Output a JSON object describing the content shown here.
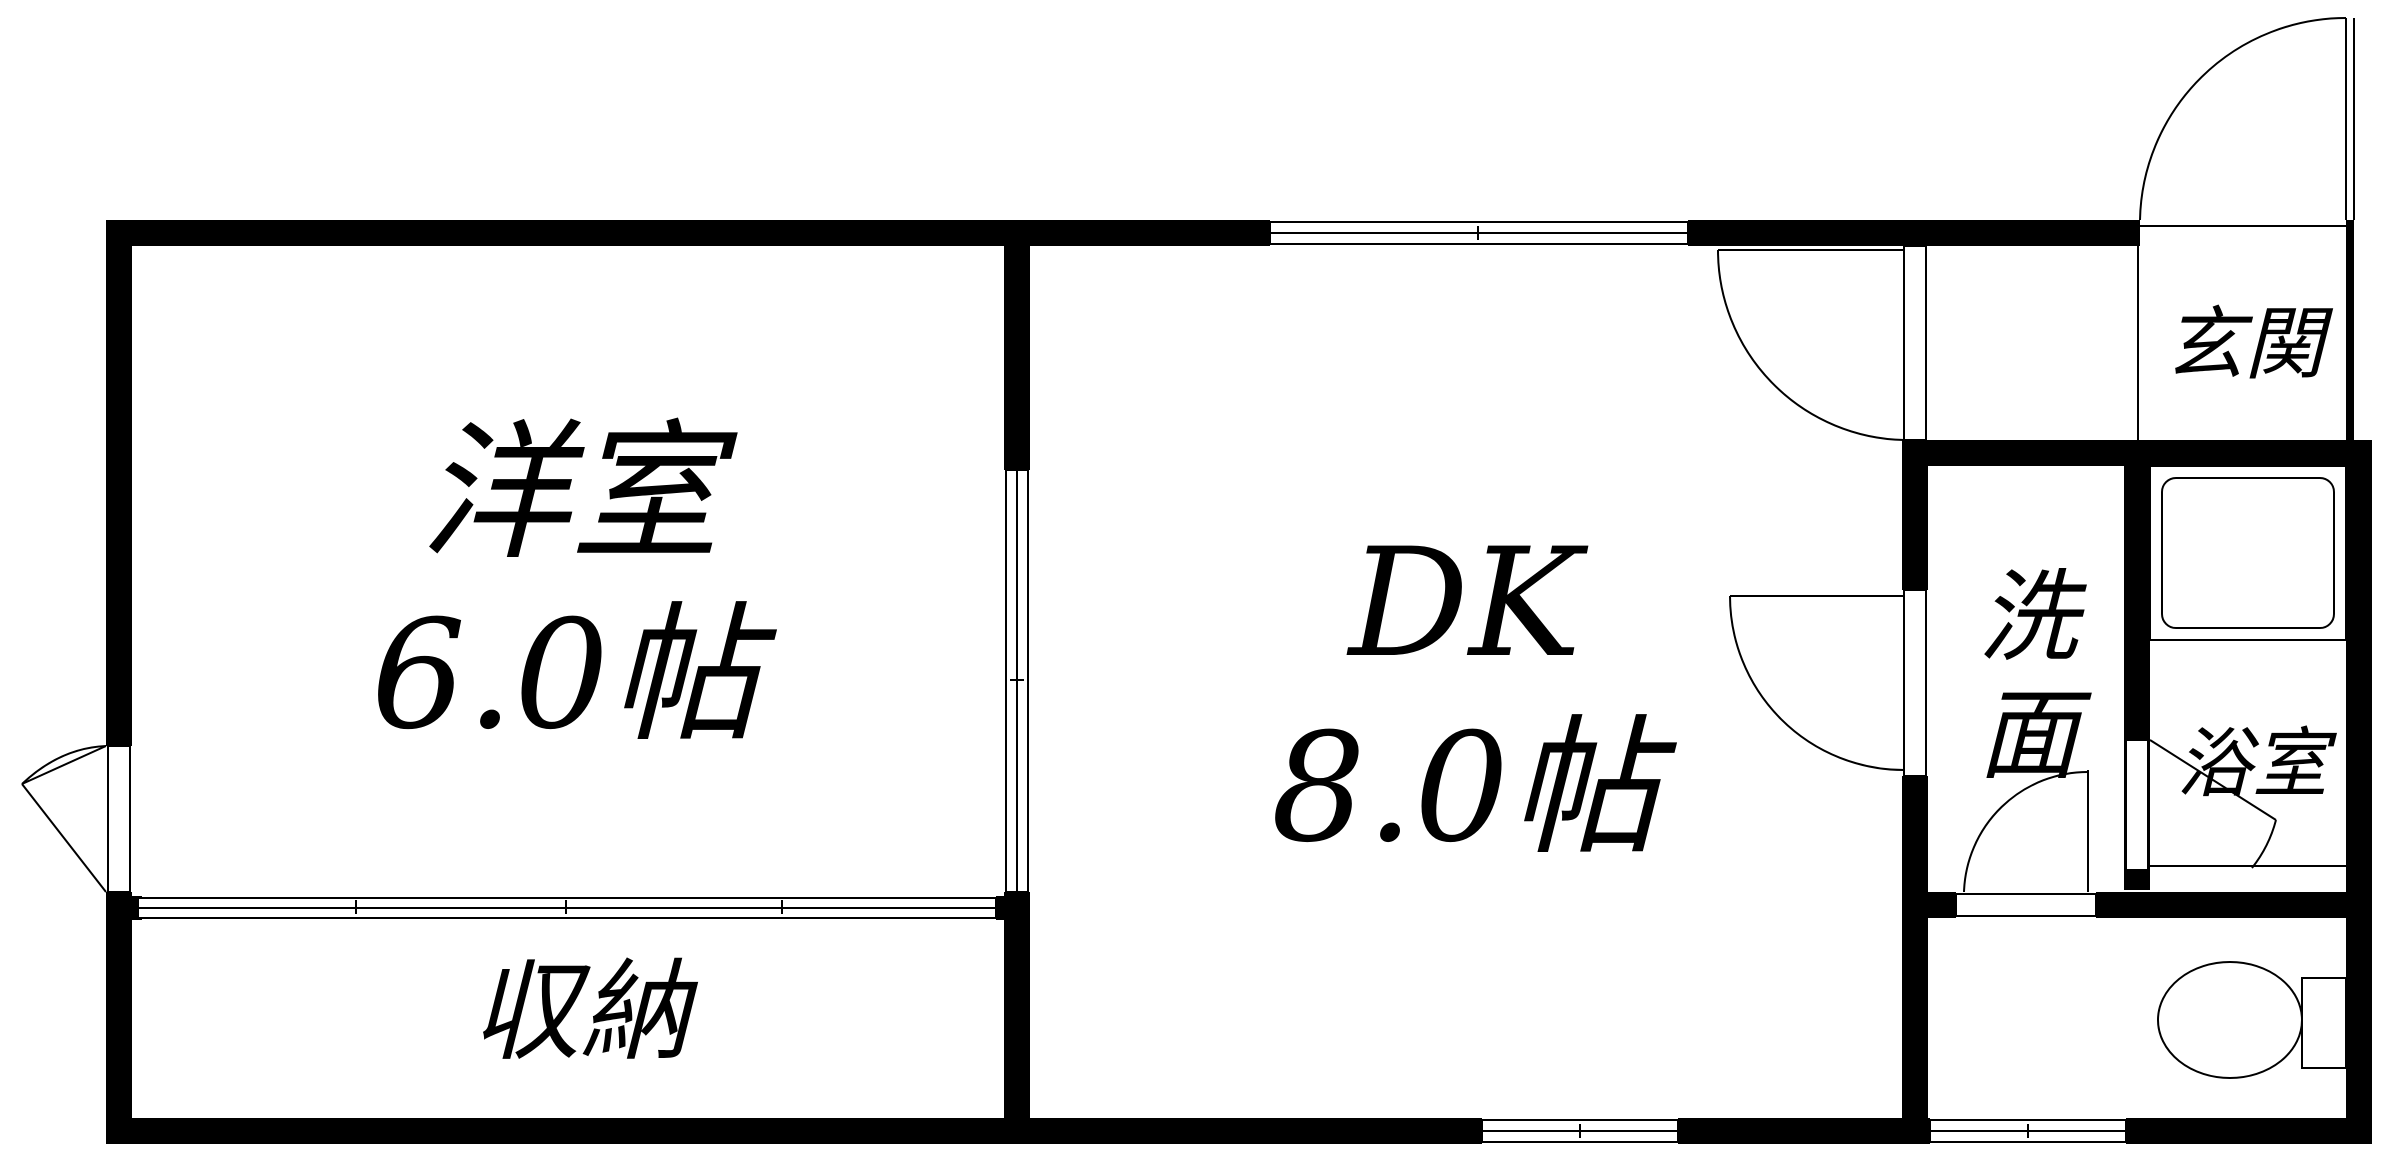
{
  "rooms": {
    "western_room": {
      "name": "洋室",
      "size": "6.0帖"
    },
    "dining_kitchen": {
      "name": "DK",
      "size": "8.0帖"
    },
    "storage": {
      "name": "収納"
    },
    "entrance": {
      "name": "玄関"
    },
    "washroom": {
      "name_line1": "洗",
      "name_line2": "面"
    },
    "bathroom": {
      "name": "浴室"
    }
  },
  "colors": {
    "wall": "#000000",
    "background": "#ffffff"
  }
}
